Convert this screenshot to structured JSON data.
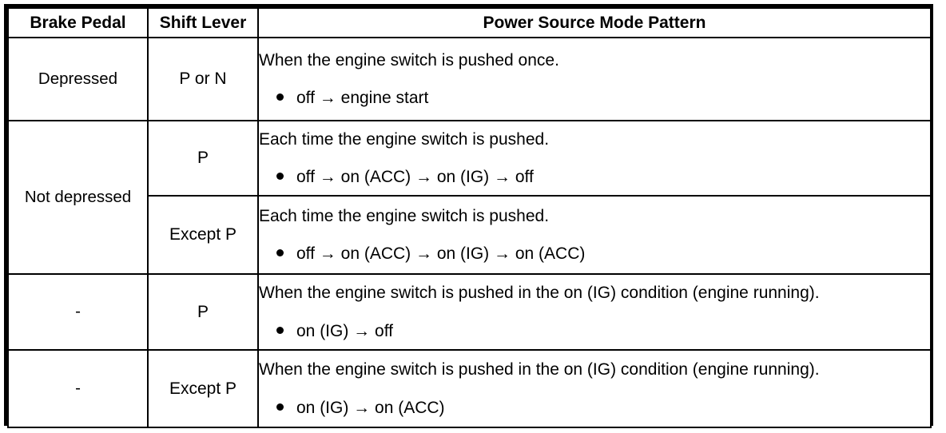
{
  "table": {
    "headers": {
      "brake_pedal": "Brake Pedal",
      "shift_lever": "Shift Lever",
      "power_source_mode_pattern": "Power Source Mode Pattern"
    },
    "rows": [
      {
        "brake_pedal": "Depressed",
        "shift_lever": "P or N",
        "description": "When the engine switch is pushed once.",
        "bullet": "off → engine start"
      },
      {
        "brake_pedal": "Not depressed",
        "shift_lever": "P",
        "description": "Each time the engine switch is pushed.",
        "bullet": "off → on (ACC) → on (IG) → off"
      },
      {
        "brake_pedal": "",
        "shift_lever": "Except P",
        "description": "Each time the engine switch is pushed.",
        "bullet": "off → on (ACC) → on (IG) → on (ACC)"
      },
      {
        "brake_pedal": "-",
        "shift_lever": "P",
        "description": "When the engine switch is pushed in the on (IG) condition (engine running).",
        "bullet": "on (IG) → off"
      },
      {
        "brake_pedal": "-",
        "shift_lever": "Except P",
        "description": "When the engine switch is pushed in the on (IG) condition (engine running).",
        "bullet": "on (IG) → on (ACC)"
      }
    ]
  },
  "colors": {
    "border": "#000000",
    "text": "#000000",
    "background": "#ffffff"
  }
}
